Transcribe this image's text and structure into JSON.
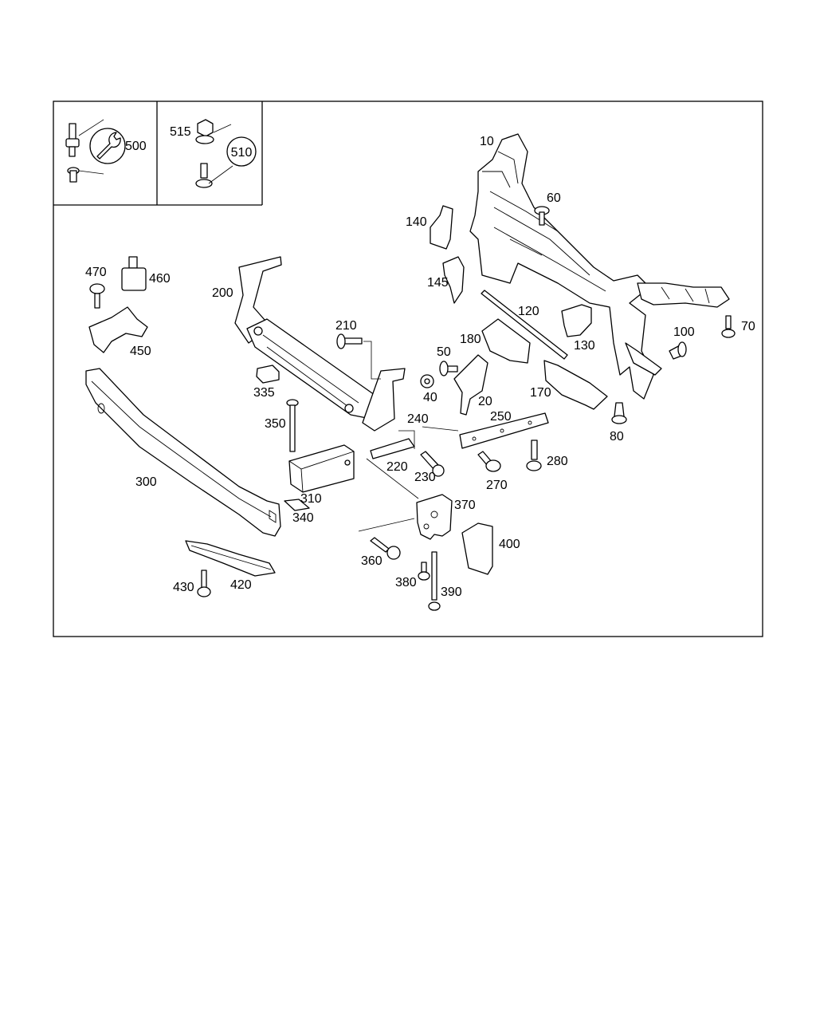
{
  "kit": {
    "tool_kit_label": "500",
    "hardware_kit_label": "510",
    "hardware_kit_nut_label": "515"
  },
  "parts": [
    {
      "id": "p10",
      "label": "10"
    },
    {
      "id": "p20",
      "label": "20"
    },
    {
      "id": "p40",
      "label": "40"
    },
    {
      "id": "p50",
      "label": "50"
    },
    {
      "id": "p60",
      "label": "60"
    },
    {
      "id": "p70",
      "label": "70"
    },
    {
      "id": "p80",
      "label": "80"
    },
    {
      "id": "p100",
      "label": "100"
    },
    {
      "id": "p120",
      "label": "120"
    },
    {
      "id": "p130",
      "label": "130"
    },
    {
      "id": "p140",
      "label": "140"
    },
    {
      "id": "p145",
      "label": "145"
    },
    {
      "id": "p170",
      "label": "170"
    },
    {
      "id": "p180",
      "label": "180"
    },
    {
      "id": "p200",
      "label": "200"
    },
    {
      "id": "p210",
      "label": "210"
    },
    {
      "id": "p220",
      "label": "220"
    },
    {
      "id": "p230",
      "label": "230"
    },
    {
      "id": "p240",
      "label": "240"
    },
    {
      "id": "p250",
      "label": "250"
    },
    {
      "id": "p270",
      "label": "270"
    },
    {
      "id": "p280",
      "label": "280"
    },
    {
      "id": "p300",
      "label": "300"
    },
    {
      "id": "p310",
      "label": "310"
    },
    {
      "id": "p335",
      "label": "335"
    },
    {
      "id": "p340",
      "label": "340"
    },
    {
      "id": "p350",
      "label": "350"
    },
    {
      "id": "p360",
      "label": "360"
    },
    {
      "id": "p370",
      "label": "370"
    },
    {
      "id": "p380",
      "label": "380"
    },
    {
      "id": "p390",
      "label": "390"
    },
    {
      "id": "p400",
      "label": "400"
    },
    {
      "id": "p420",
      "label": "420"
    },
    {
      "id": "p430",
      "label": "430"
    },
    {
      "id": "p450",
      "label": "450"
    },
    {
      "id": "p460",
      "label": "460"
    },
    {
      "id": "p470",
      "label": "470"
    }
  ]
}
